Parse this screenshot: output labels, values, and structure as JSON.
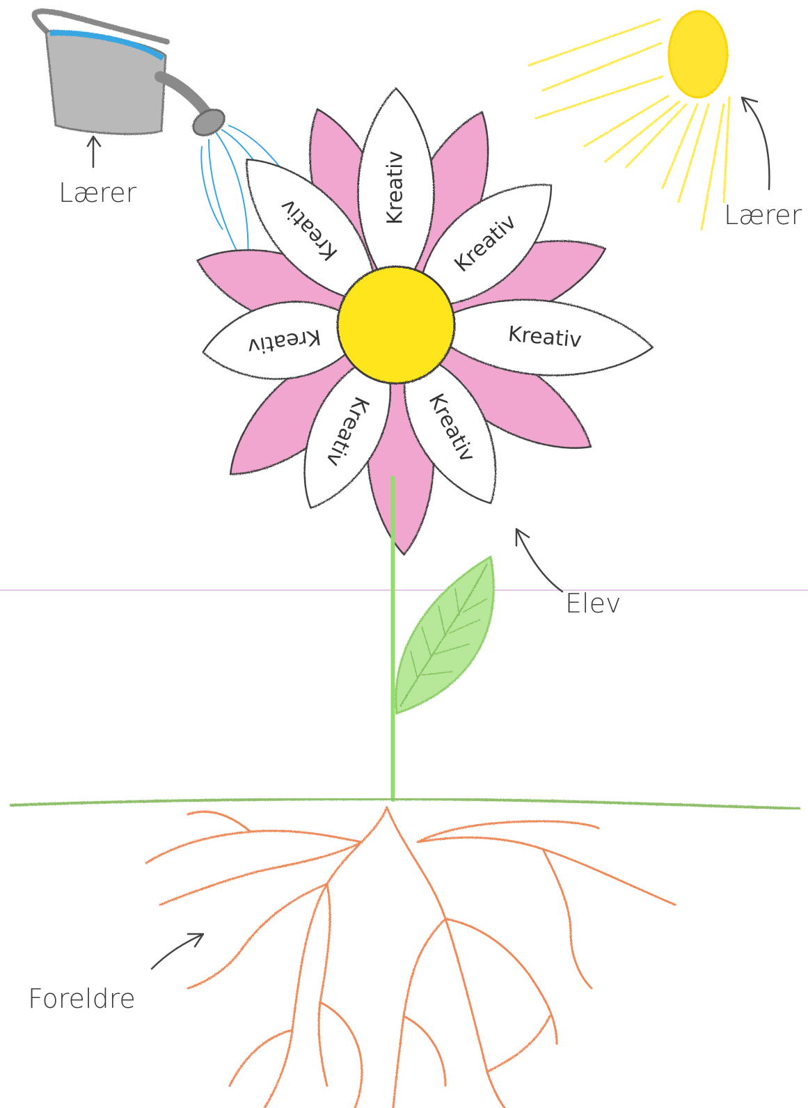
{
  "labels": {
    "watering_can_label": "Lærer",
    "sun_label": "Lærer",
    "flower_label": "Elev",
    "roots_label": "Foreldre"
  },
  "petal_word": "Kreativ",
  "colors": {
    "background": "#ffffff",
    "petal_pink": "#f0a6cf",
    "petal_white": "#ffffff",
    "petal_outline": "#3d3d3d",
    "center_yellow": "#ffe51a",
    "stem_green": "#93dc6e",
    "leaf_green": "#b7e89a",
    "ground_green": "#8fbf6a",
    "root_orange": "#ee8a5a",
    "sun_yellow": "#ffe533",
    "can_gray": "#b9b9b9",
    "water_blue": "#39a6e0",
    "arrow_gray": "#444444",
    "page_line": "#e7c8e8"
  },
  "icons": {
    "watering_can": "watering-can-icon",
    "sun": "sun-icon",
    "flower": "flower-icon",
    "leaf": "leaf-icon",
    "roots": "roots-icon"
  }
}
